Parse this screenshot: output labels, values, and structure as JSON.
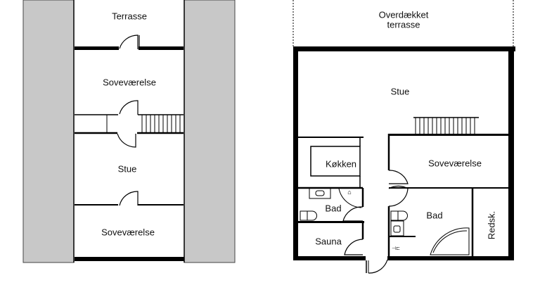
{
  "plan_left": {
    "rooms": [
      {
        "label": "Terrasse"
      },
      {
        "label": "Soveværelse"
      },
      {
        "label": "Stue"
      },
      {
        "label": "Soveværelse"
      }
    ]
  },
  "plan_right": {
    "terrace": {
      "line1": "Overdækket",
      "line2": "terrasse"
    },
    "rooms": [
      {
        "label": "Stue"
      },
      {
        "label": "Køkken"
      },
      {
        "label": "Soveværelse"
      },
      {
        "label": "Bad"
      },
      {
        "label": "Bad"
      },
      {
        "label": "Sauna"
      },
      {
        "label": "Redsk."
      }
    ]
  },
  "colors": {
    "wall": "#000000",
    "shade": "#c8c8c8",
    "background": "#ffffff"
  }
}
